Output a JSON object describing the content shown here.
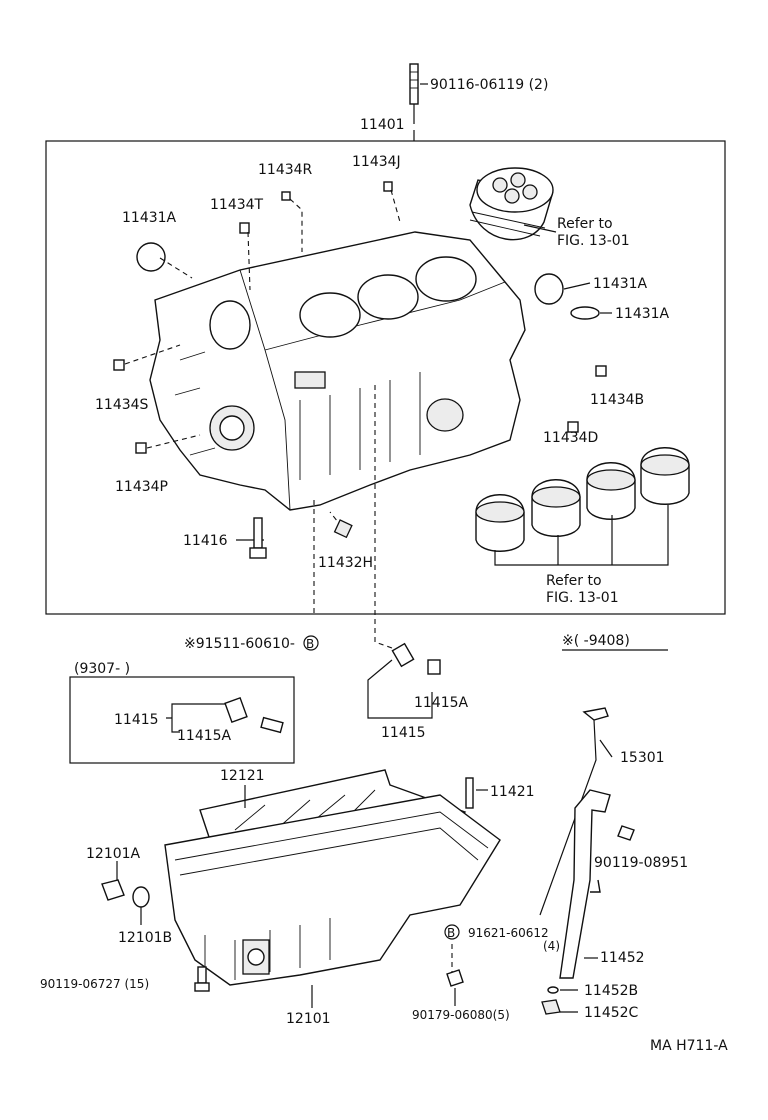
{
  "labels": {
    "stud_top": "90116-06119 (2)",
    "block": "11401",
    "plug_r": "11434R",
    "plug_j": "11434J",
    "plug_t": "11434T",
    "hole_plug_a_left": "11431A",
    "refer_piston_1": "Refer to",
    "refer_piston_2": "FIG. 13-01",
    "hole_plug_a_right1": "11431A",
    "hole_plug_a_right2": "11431A",
    "plug_s": "11434S",
    "plug_b": "11434B",
    "plug_d": "11434D",
    "plug_p": "11434P",
    "bolt": "11416",
    "jet": "11432H",
    "refer_bearing_1": "Refer to",
    "refer_bearing_2": "FIG. 13-01",
    "note_bolt": "※91511-60610-",
    "note_bolt_circle": "B",
    "note_range": "※(     -9408)",
    "inset_range": "(9307-          )",
    "inset_11415": "11415",
    "inset_11415a": "11415A",
    "drain_11415a": "11415A",
    "drain_11415": "11415",
    "gasket": "12121",
    "stud_pan": "11421",
    "gauge": "15301",
    "drain_plug": "12101A",
    "gasket_plug": "12101B",
    "bolt_guide": "90119-08951",
    "sealer_b": "B",
    "sealer_num": "91621-60612",
    "sealer_qty": "(4)",
    "guide": "11452",
    "oring": "11452B",
    "pan_bolt": "90119-06727 (15)",
    "pan": "12101",
    "nut": "90179-06080(5)",
    "seal_c": "11452C",
    "fig_code": "MA  H711-A"
  }
}
